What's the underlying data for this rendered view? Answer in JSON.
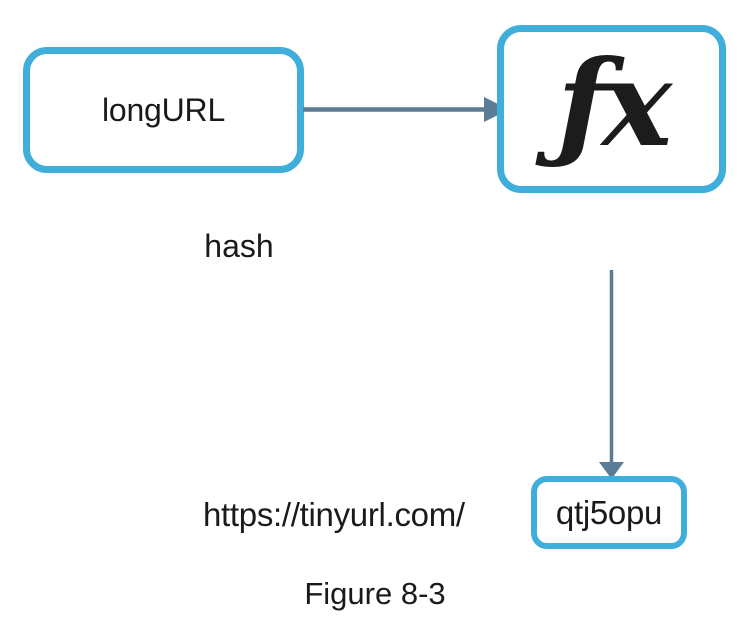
{
  "figure": {
    "caption": "Figure 8-3",
    "accent_color": "#3FAEDB",
    "arrow_color": "#5B7C96",
    "text_color": "#1a1a1a",
    "background_color": "#ffffff"
  },
  "nodes": {
    "input": {
      "label": "longURL",
      "shape": "rounded-rectangle"
    },
    "function": {
      "label": "ƒx",
      "icon_name": "function-fx-glyph",
      "shape": "rounded-rectangle"
    },
    "output": {
      "url_prefix": "https://tinyurl.com/",
      "short_code": "qtj5opu",
      "shape": "rounded-rectangle"
    }
  },
  "edges": [
    {
      "name": "long-url-to-function",
      "label": "",
      "direction": "right",
      "from": "input",
      "to": "function"
    },
    {
      "name": "function-to-short-code",
      "label": "hash",
      "direction": "down",
      "from": "function",
      "to": "output"
    }
  ]
}
